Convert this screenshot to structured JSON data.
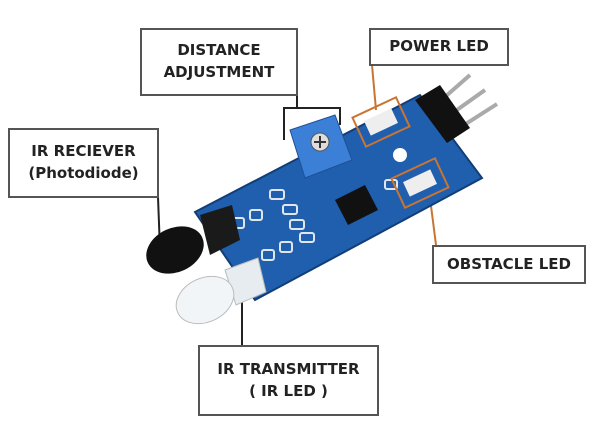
{
  "labels": {
    "distance": [
      "DISTANCE",
      "ADJUSTMENT"
    ],
    "power_led": "POWER LED",
    "ir_receiver": [
      "IR RECIEVER",
      "(Photodiode)"
    ],
    "obstacle_led": "OBSTACLE LED",
    "ir_transmitter": [
      "IR TRANSMITTER",
      "( IR LED )"
    ]
  },
  "colors": {
    "board": "#1f5fae",
    "pot": "#3b7fd6",
    "leader_orange": "#c87533",
    "leader_dark": "#222222"
  }
}
